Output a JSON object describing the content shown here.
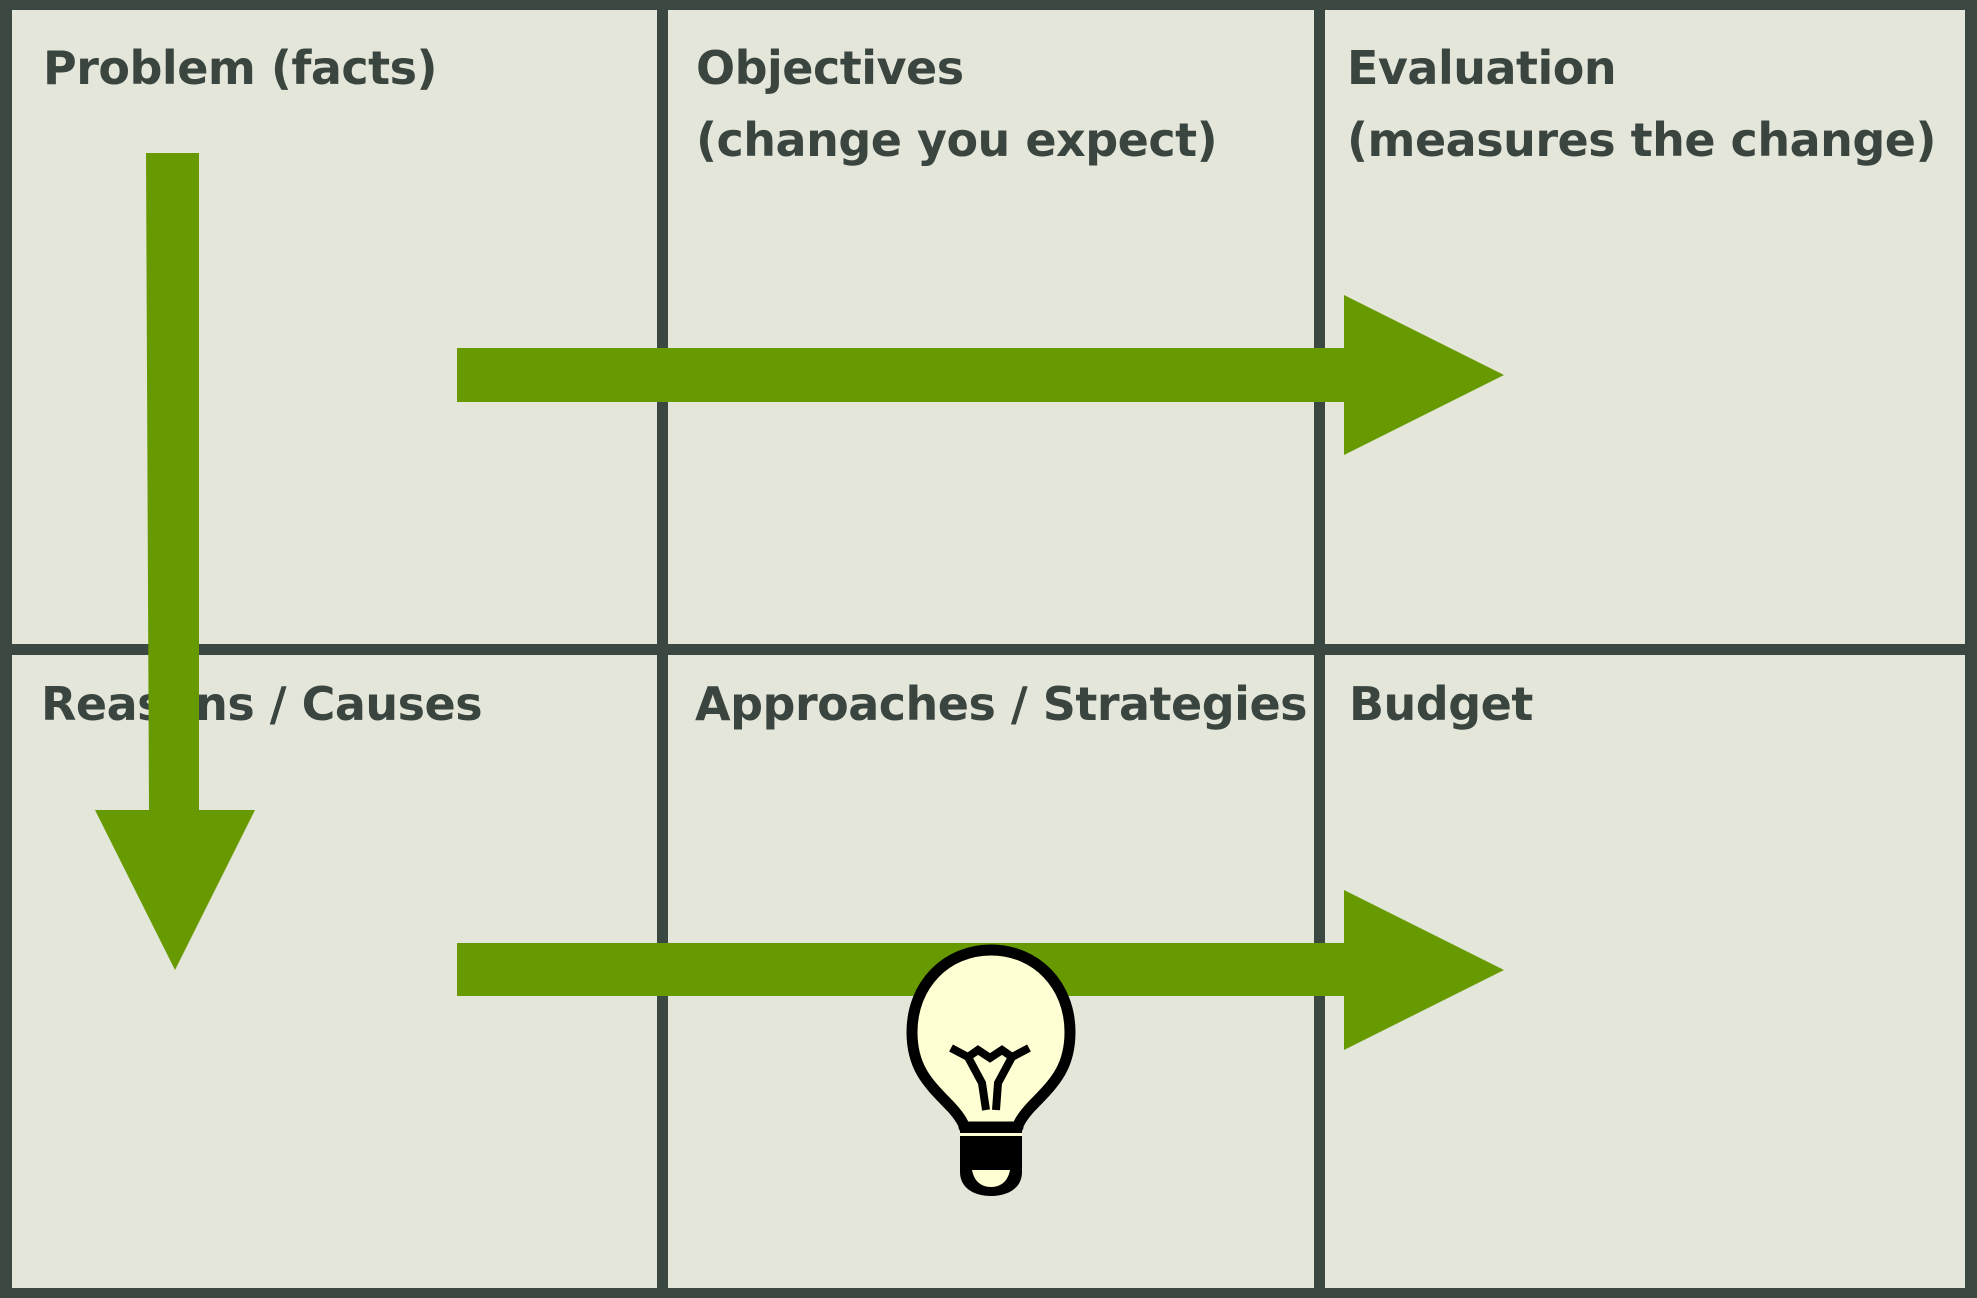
{
  "colors": {
    "frame": "#3b4741",
    "cell_background": "#e4e6da",
    "text": "#3a4540",
    "arrow": "#679a00",
    "bulb_fill": "#ffffd4",
    "bulb_outline": "#000000"
  },
  "cells": {
    "problem": {
      "title": "Problem (facts)"
    },
    "objectives": {
      "title": "Objectives",
      "subtitle": "(change you expect)"
    },
    "evaluation": {
      "title": "Evaluation",
      "subtitle": "(measures the change)"
    },
    "reasons": {
      "title": "Reasons / Causes"
    },
    "approaches": {
      "title": "Approaches / Strategies"
    },
    "budget": {
      "title": "Budget"
    }
  },
  "icons": {
    "lightbulb": "lightbulb-icon"
  }
}
